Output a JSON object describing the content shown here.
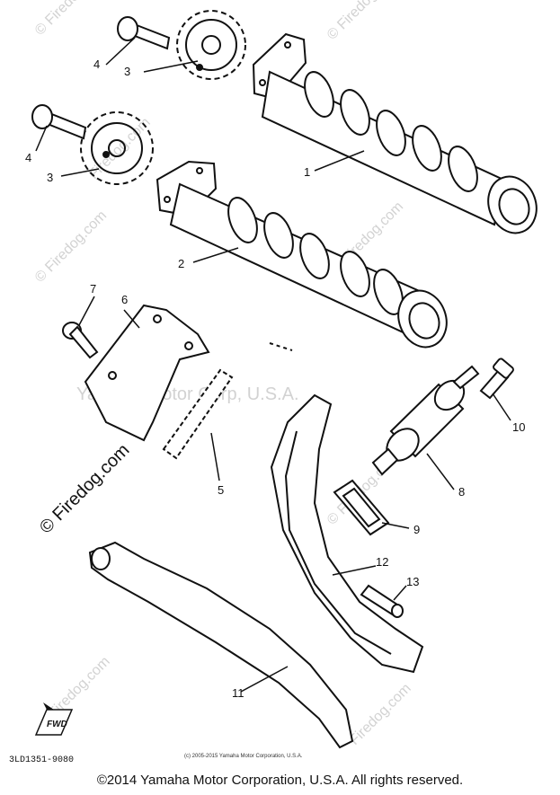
{
  "callouts": {
    "c1": "1",
    "c2": "2",
    "c3a": "3",
    "c3b": "3",
    "c4a": "4",
    "c4b": "4",
    "c5": "5",
    "c6": "6",
    "c7": "7",
    "c8": "8",
    "c9": "9",
    "c10": "10",
    "c11": "11",
    "c12": "12",
    "c13": "13"
  },
  "watermarks": {
    "site": "© Firedog.com",
    "site_short": "Firedog.com",
    "center": "Yamaha Motor Corp, U.S.A."
  },
  "fwd_label": "FWD",
  "diagram_code": "3LD1351-9080",
  "small_notice": "(c) 2005-2015 Yamaha Motor Corporation, U.S.A.",
  "copyright": "©2014 Yamaha Motor Corporation, U.S.A. All rights reserved."
}
